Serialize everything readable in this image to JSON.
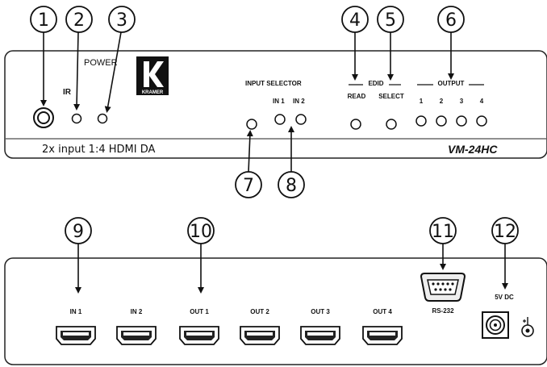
{
  "front_panel": {
    "power_label": "POWER",
    "ir_label": "IR",
    "logo_text": "KRAMER",
    "input_selector_label": "INPUT SELECTOR",
    "in1_label": "IN 1",
    "in2_label": "IN 2",
    "edid_label": "EDID",
    "read_label": "READ",
    "select_label": "SELECT",
    "output_label": "OUTPUT",
    "output_numbers": [
      "1",
      "2",
      "3",
      "4"
    ],
    "product_description": "2x input 1:4 HDMI DA",
    "model": "VM-24HC"
  },
  "rear_panel": {
    "hdmi_ports": [
      "IN 1",
      "IN 2",
      "OUT 1",
      "OUT 2",
      "OUT 3",
      "OUT 4"
    ],
    "rs232_label": "RS-232",
    "power_label": "5V DC"
  },
  "callouts": [
    "1",
    "2",
    "3",
    "4",
    "5",
    "6",
    "7",
    "8",
    "9",
    "10",
    "11",
    "12"
  ]
}
